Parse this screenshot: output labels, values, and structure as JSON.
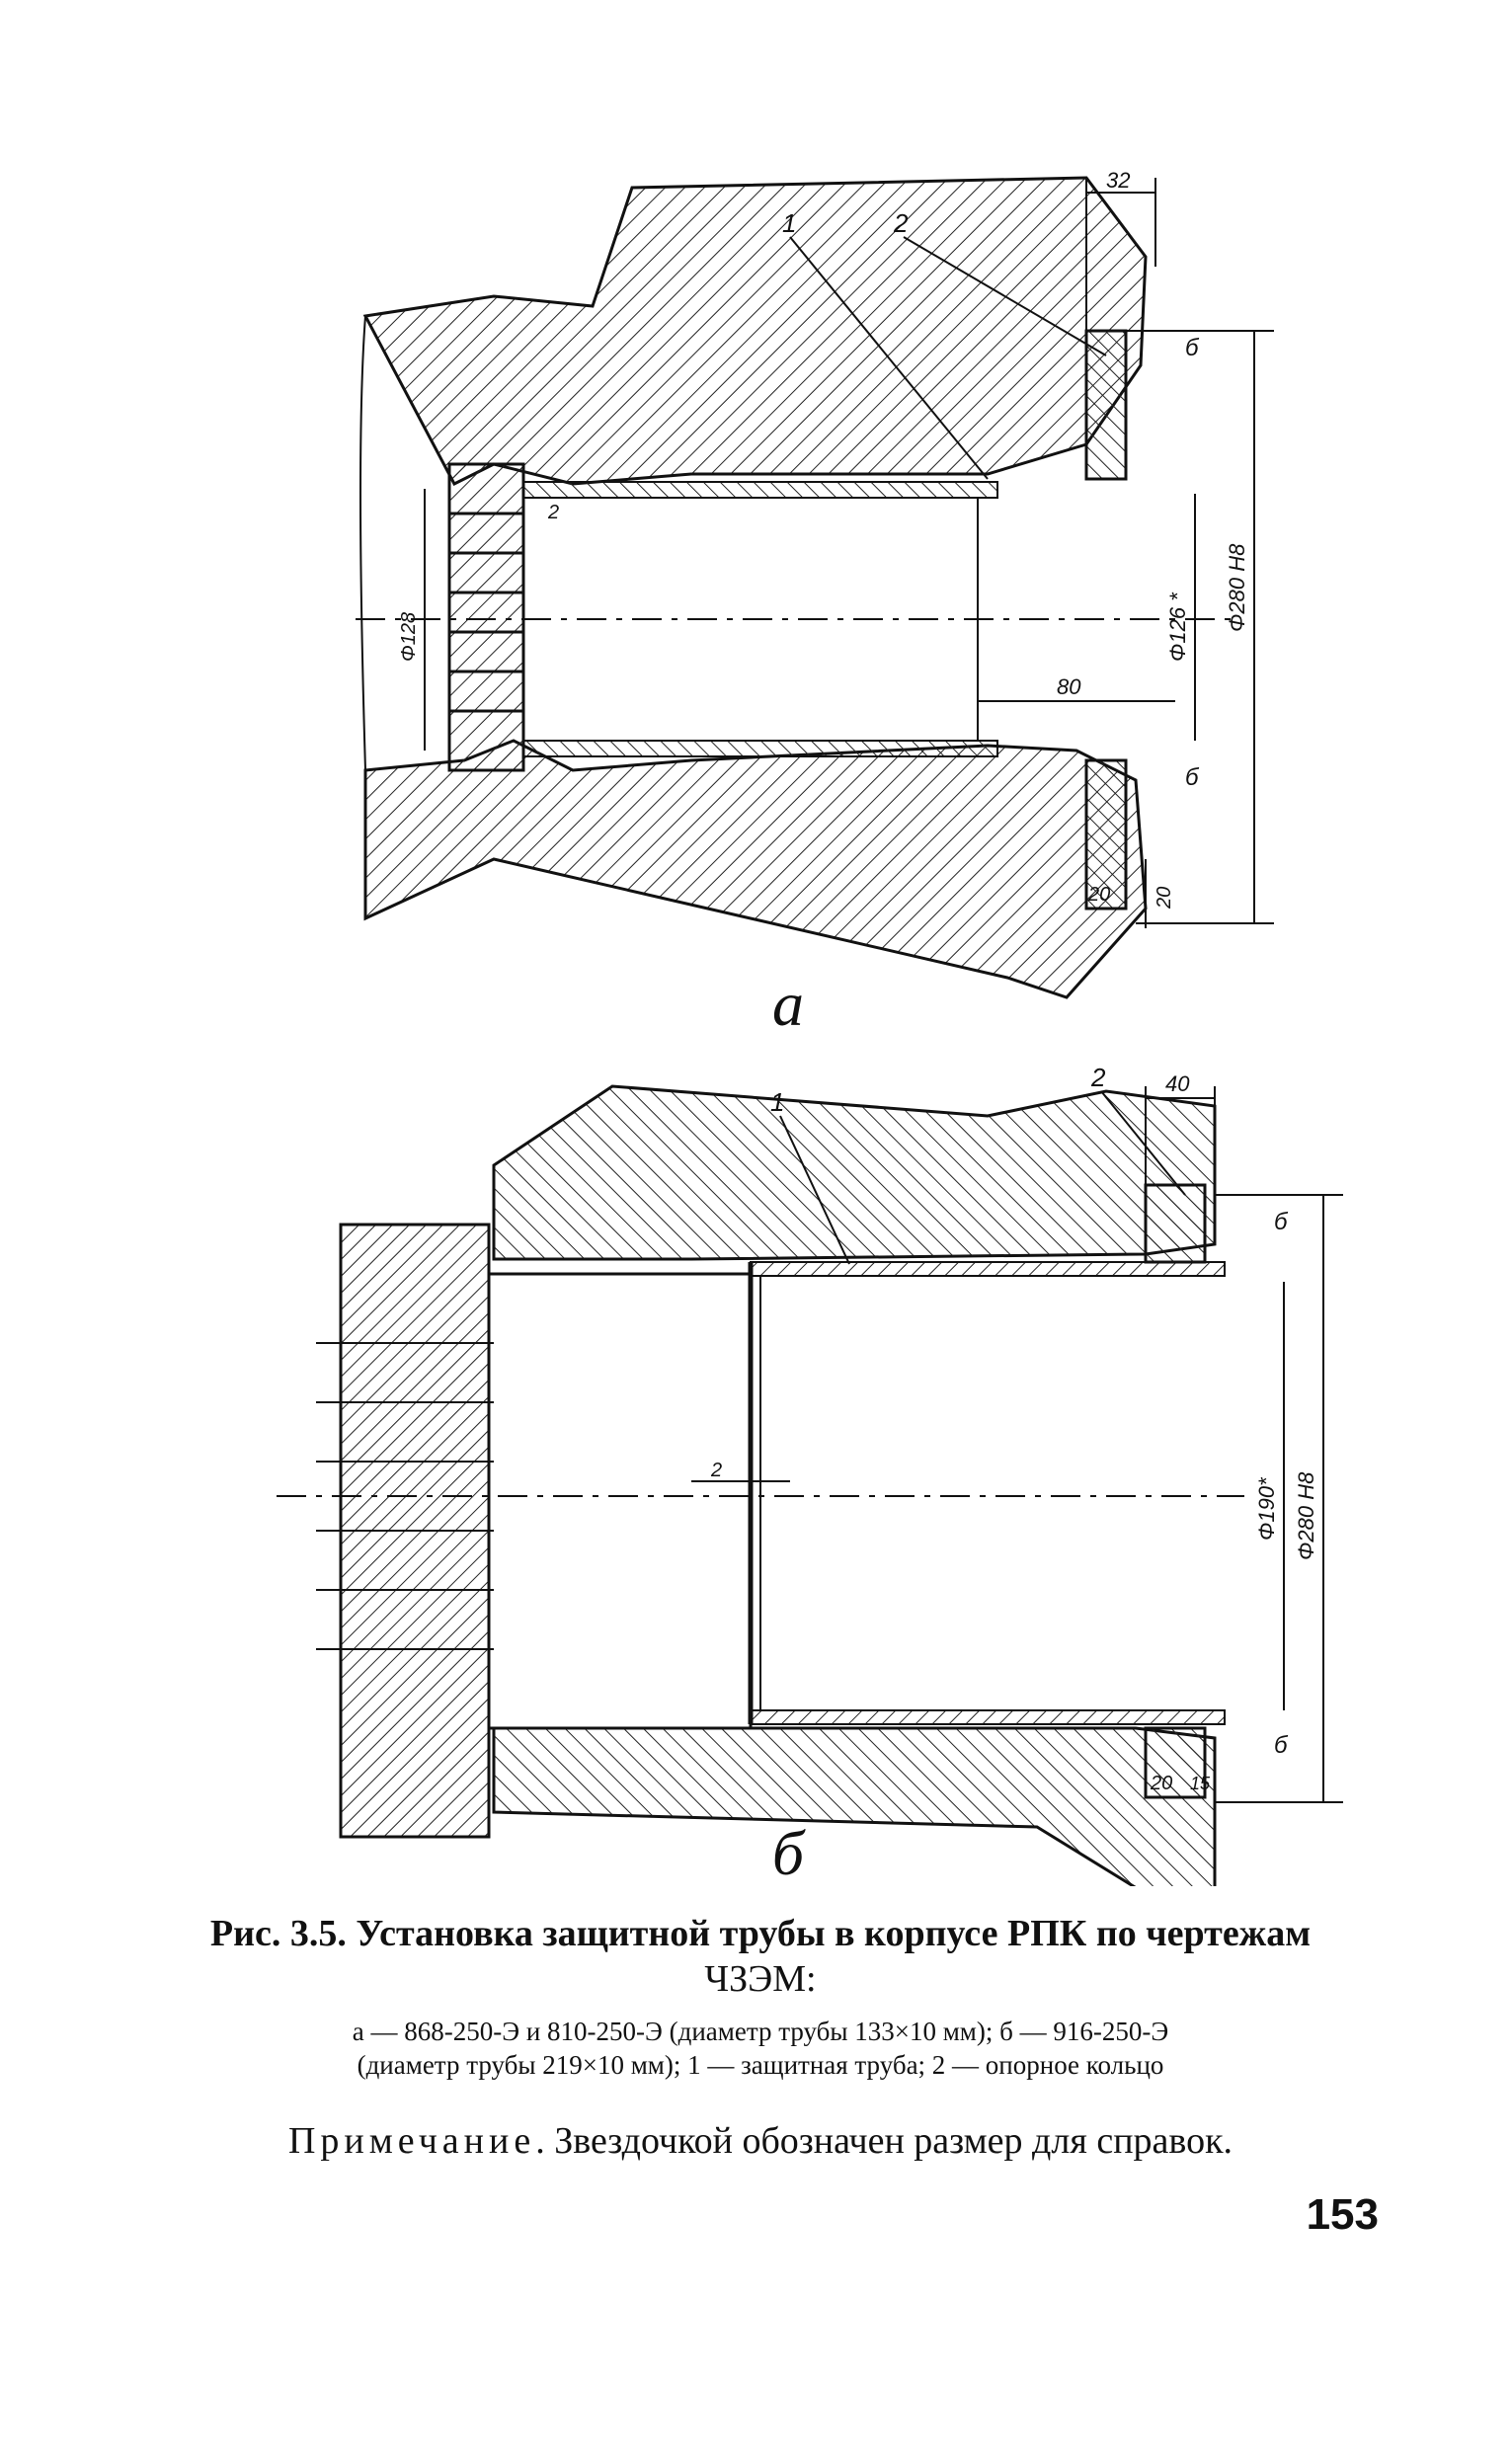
{
  "figure_a": {
    "panel_label": "а",
    "callouts": [
      "1",
      "2"
    ],
    "dimensions": {
      "top_width": "32",
      "inner_gap": "2",
      "left_diameter": "Φ128",
      "bore_diameter": "Φ126 *",
      "outer_diameter": "Φ280 Н8",
      "length": "80",
      "ring_width": "20",
      "ring_height": "20"
    },
    "weld_marks": [
      "б",
      "б"
    ]
  },
  "figure_b": {
    "panel_label": "б",
    "callouts": [
      "1",
      "2"
    ],
    "dimensions": {
      "top_width": "40",
      "gap": "2",
      "bore_diameter": "Φ190*",
      "outer_diameter": "Φ280 Н8",
      "ring_width": "20",
      "ring_height": "15"
    },
    "weld_marks": [
      "б",
      "б"
    ]
  },
  "caption": {
    "title": "Рис. 3.5. Установка защитной трубы в корпусе РПК по чертежам",
    "title_sub": "ЧЗЭМ:",
    "detail_line1": "а — 868-250-Э и 810-250-Э (диаметр трубы 133×10 мм); б — 916-250-Э",
    "detail_line2": "(диаметр трубы 219×10 мм); 1 — защитная труба; 2 — опорное кольцо",
    "note_label": "Примечание",
    "note_text": ". Звездочкой обозначен размер для справок."
  },
  "page_number": "153"
}
